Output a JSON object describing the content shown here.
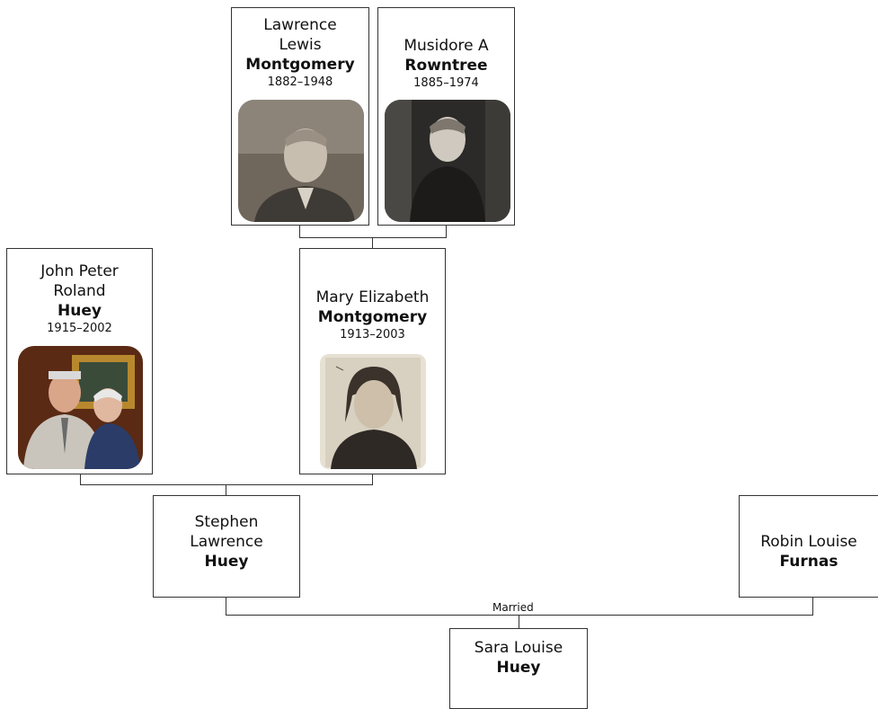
{
  "people": {
    "lawrence": {
      "first": "Lawrence",
      "middle": "Lewis",
      "surname": "Montgomery",
      "dates": "1882–1948"
    },
    "musidore": {
      "first": "Musidore A",
      "surname": "Rowntree",
      "dates": "1885–1974"
    },
    "john": {
      "first": "John Peter",
      "middle": "Roland",
      "surname": "Huey",
      "dates": "1915–2002"
    },
    "mary": {
      "first": "Mary Elizabeth",
      "surname": "Montgomery",
      "dates": "1913–2003"
    },
    "stephen": {
      "first": "Stephen",
      "middle": "Lawrence",
      "surname": "Huey"
    },
    "robin": {
      "first": "Robin Louise",
      "surname": "Furnas"
    },
    "sara": {
      "first": "Sara Louise",
      "surname": "Huey"
    }
  },
  "relation": {
    "married_label": "Married"
  }
}
